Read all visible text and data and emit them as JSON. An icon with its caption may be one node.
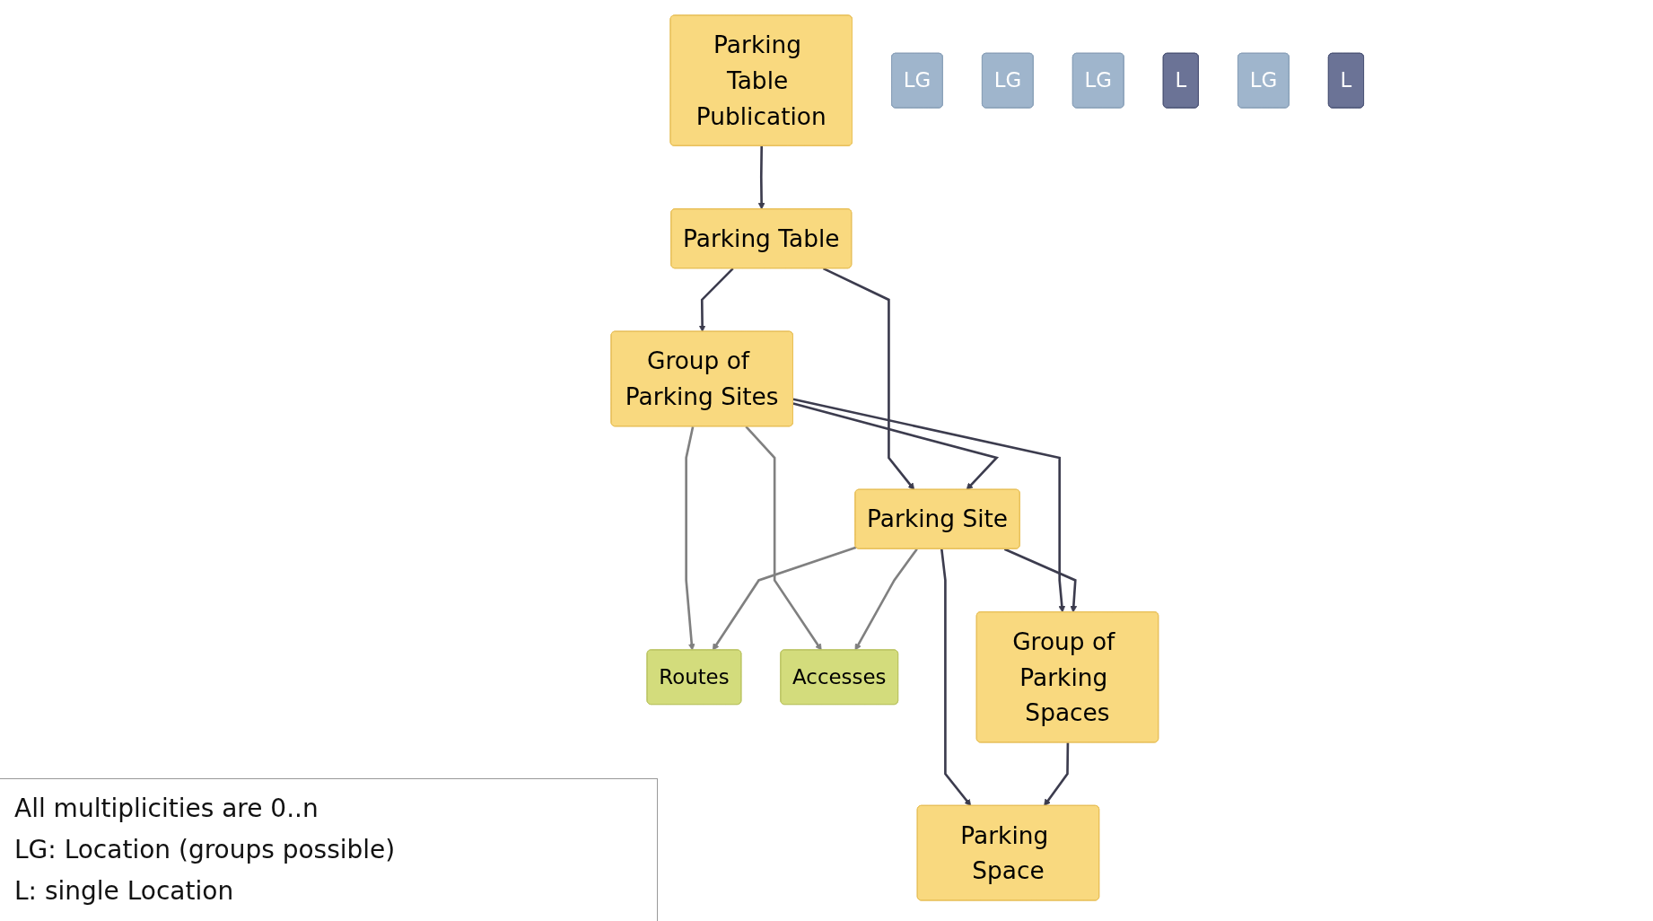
{
  "diagram": {
    "nodes": [
      {
        "text": [
          "Parking Table Publication"
        ]
      },
      {
        "text": [
          "Parking Table"
        ]
      },
      {
        "text": [
          "Group of Parking Sites"
        ]
      },
      {
        "text": [
          "LG"
        ]
      },
      {
        "text": [
          "Routes"
        ]
      },
      {
        "text": [
          "LG"
        ]
      },
      {
        "text": [
          "Parking Site"
        ]
      },
      {
        "text": [
          "LG"
        ]
      },
      {
        "text": [
          "Accesses"
        ]
      },
      {
        "text": [
          "L"
        ]
      },
      {
        "text": [
          "Group of Parking Spaces"
        ]
      },
      {
        "text": [
          "LG"
        ]
      },
      {
        "text": [
          "Parking Space"
        ]
      },
      {
        "text": [
          "L"
        ]
      }
    ],
    "edges": [
      {
        "from": 0,
        "to": 1,
        "arrow": "to"
      },
      {
        "from": 1,
        "to": 2,
        "arrow": "to"
      },
      {
        "from": 1,
        "to": 6,
        "arrow": "to"
      },
      {
        "from": 2,
        "to": 4,
        "arrow": "to",
        "color": "#808080"
      },
      {
        "from": 2,
        "to": 6,
        "arrow": "to"
      },
      {
        "from": 2,
        "to": 8,
        "arrow": "to",
        "color": "#808080"
      },
      {
        "from": 6,
        "to": 4,
        "arrow": "to",
        "color": "#808080"
      },
      {
        "from": 6,
        "to": 8,
        "arrow": "to",
        "color": "#808080"
      },
      {
        "from": 2,
        "to": 10,
        "arrow": "to"
      },
      {
        "from": 6,
        "to": 10,
        "arrow": "to"
      },
      {
        "from": 6,
        "to": 12,
        "arrow": "to"
      },
      {
        "from": 10,
        "to": 12,
        "arrow": "to"
      }
    ],
    "labels": [
      "All multiplicities are 0..n",
      "LG: Location (groups possible)",
      "L: single Location"
    ]
  }
}
